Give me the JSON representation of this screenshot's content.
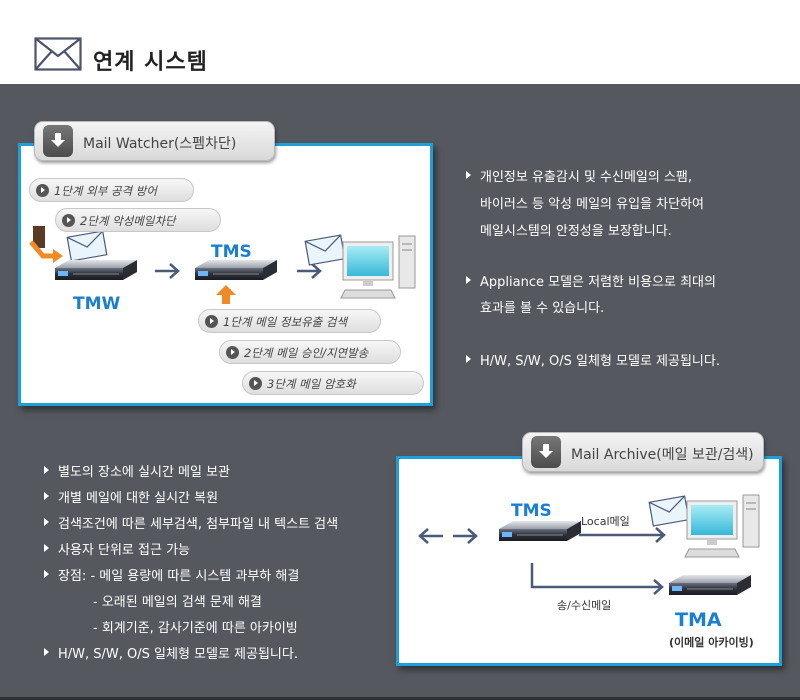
{
  "header": {
    "title": "연계 시스템",
    "icon": "envelope-icon"
  },
  "mail_watcher": {
    "tab_label": "Mail Watcher(스펨차단)",
    "tmw_label": "TMW",
    "tms_label": "TMS",
    "steps_top": [
      "1단계 외부 공격 방어",
      "2단계 악성메일차단"
    ],
    "steps_bottom": [
      "1단계 메일 정보유출 검색",
      "2단계 메일 승인/지연발송",
      "3단계 메일 암호화"
    ]
  },
  "right_description": [
    "개인정보 유출감시 및 수신메일의 스팸,",
    "바이러스 등 악성 메일의 유입을 차단하여",
    "메일시스템의 안정성을 보장합니다.",
    "Appliance 모델은 저렴한 비용으로 최대의",
    "효과를 볼 수 있습니다.",
    "H/W, S/W, O/S 일체형 모델로 제공됩니다."
  ],
  "mail_archive": {
    "tab_label": "Mail Archive(메일 보관/검색)",
    "tms_label": "TMS",
    "local_mail_label": "Local메일",
    "send_receive_label": "송/수신메일",
    "tma_label": "TMA",
    "tma_sub": "(이메일 아카이빙)"
  },
  "left_features": [
    "별도의 장소에 실시간 메일 보관",
    "개별 메일에 대한 실시간 복원",
    "검색조건에 따른 세부검색, 첨부파일 내 텍스트 검색",
    "사용자 단위로 접근 가능",
    "장점: - 메일 용량에 따른 시스템 과부하 해결",
    "- 오래된 메일의 검색 문제 해결",
    "- 회계기준, 감사기준에 따른 아카이빙",
    "H/W, S/W, O/S 일체형 모델로 제공됩니다."
  ],
  "colors": {
    "accent_blue": "#1e9fd8",
    "background": "#55595f",
    "orange": "#f08a24"
  }
}
